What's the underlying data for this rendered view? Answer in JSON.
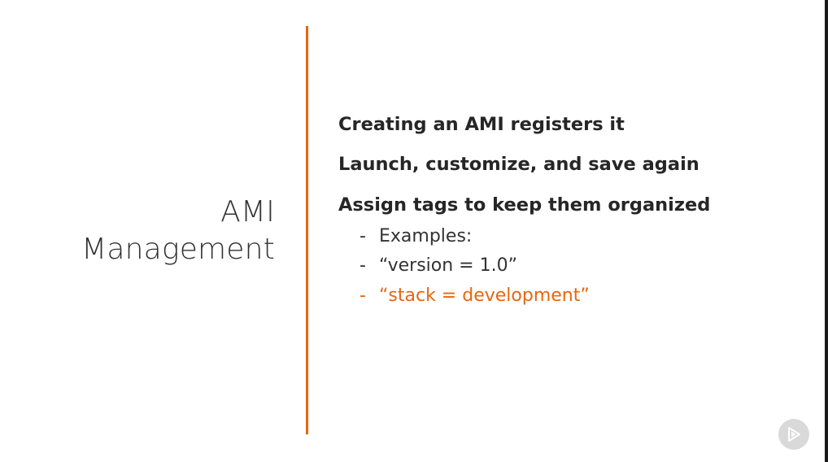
{
  "slide": {
    "title_line1": "AMI",
    "title_line2": "Management",
    "accent_color": "#e8660e",
    "bullets": [
      "Creating an AMI registers it",
      "Launch, customize, and save again",
      "Assign tags to keep them organized"
    ],
    "sub_bullets": [
      {
        "dash": "-",
        "text": "Examples:"
      },
      {
        "dash": "-",
        "text": "“version = 1.0”"
      },
      {
        "dash": "-",
        "text": "“stack = development”",
        "highlighted": true
      }
    ],
    "corner_icon": "play-logo-icon"
  }
}
